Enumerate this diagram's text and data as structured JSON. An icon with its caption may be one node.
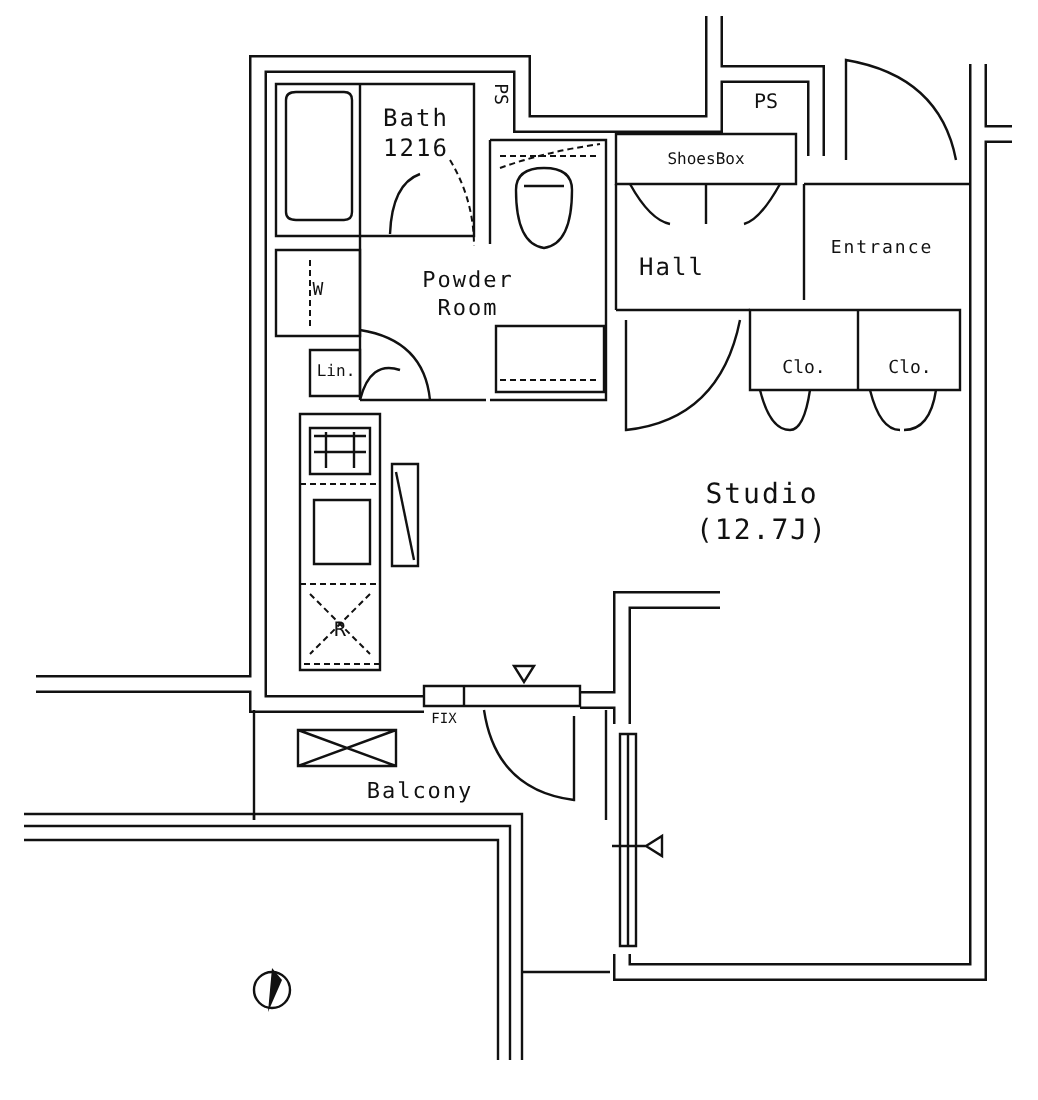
{
  "diagram": {
    "labels": [
      "PS",
      "PS",
      "Bath 1216",
      "ShoesBox",
      "Hall",
      "Entrance",
      "W",
      "Powder Room",
      "Lin.",
      "Clo.",
      "Clo.",
      "Studio (12.7J)",
      "R",
      "FIX",
      "Balcony"
    ]
  }
}
